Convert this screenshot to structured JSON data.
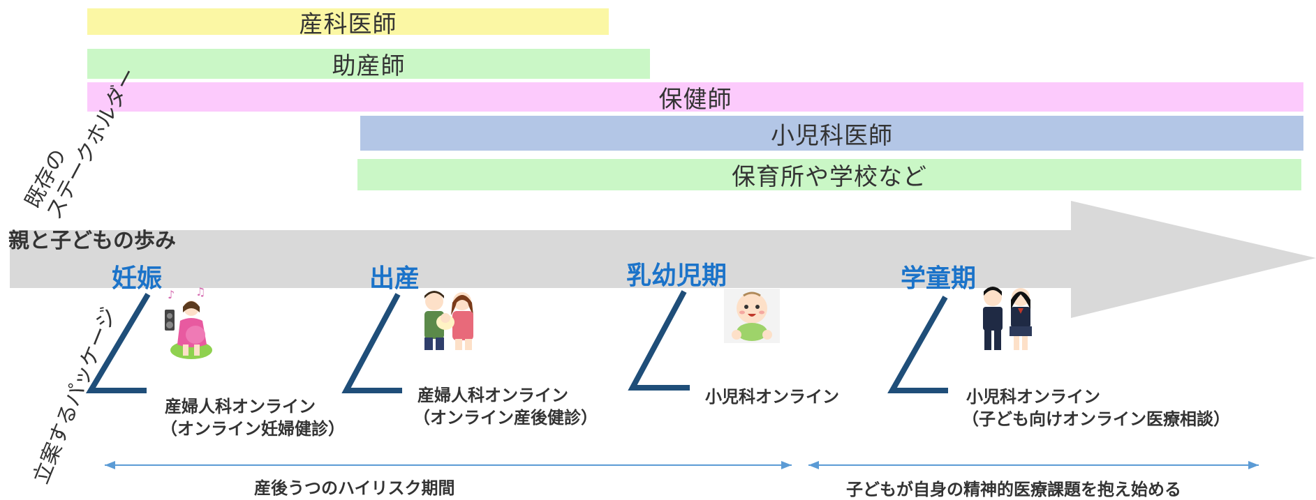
{
  "stakeholders": {
    "heading_line1": "既存の",
    "heading_line2": "ステークホルダー",
    "bars": [
      {
        "label": "産科医師",
        "color": "#fbf7a4"
      },
      {
        "label": "助産師",
        "color": "#caf7c6"
      },
      {
        "label": "保健師",
        "color": "#fccafc"
      },
      {
        "label": "小児科医師",
        "color": "#b3c6e6"
      },
      {
        "label": "保育所や学校など",
        "color": "#caf7c6"
      }
    ]
  },
  "journey": {
    "title": "親と子どもの歩み",
    "arrow_color": "#d9d9d9",
    "stage_color": "#1b73c9",
    "stages": [
      {
        "label": "妊娠",
        "icon": "pregnant-woman-icon"
      },
      {
        "label": "出産",
        "icon": "parents-with-baby-icon"
      },
      {
        "label": "乳幼児期",
        "icon": "baby-icon"
      },
      {
        "label": "学童期",
        "icon": "schoolchildren-icon"
      }
    ]
  },
  "packages": {
    "heading": "立案するパッケージ",
    "items": [
      {
        "line1": "産婦人科オンライン",
        "line2": "（オンライン妊婦健診）"
      },
      {
        "line1": "産婦人科オンライン",
        "line2": "（オンライン産後健診）"
      },
      {
        "line1": "小児科オンライン",
        "line2": ""
      },
      {
        "line1": "小児科オンライン",
        "line2": "（子ども向けオンライン医療相談）"
      }
    ]
  },
  "periods": [
    {
      "label": "産後うつのハイリスク期間"
    },
    {
      "label": "子どもが自身の精神的医療課題を抱え始める"
    }
  ],
  "accent_colors": {
    "connector": "#1f4e79",
    "period_arrow": "#5b9bd5"
  }
}
